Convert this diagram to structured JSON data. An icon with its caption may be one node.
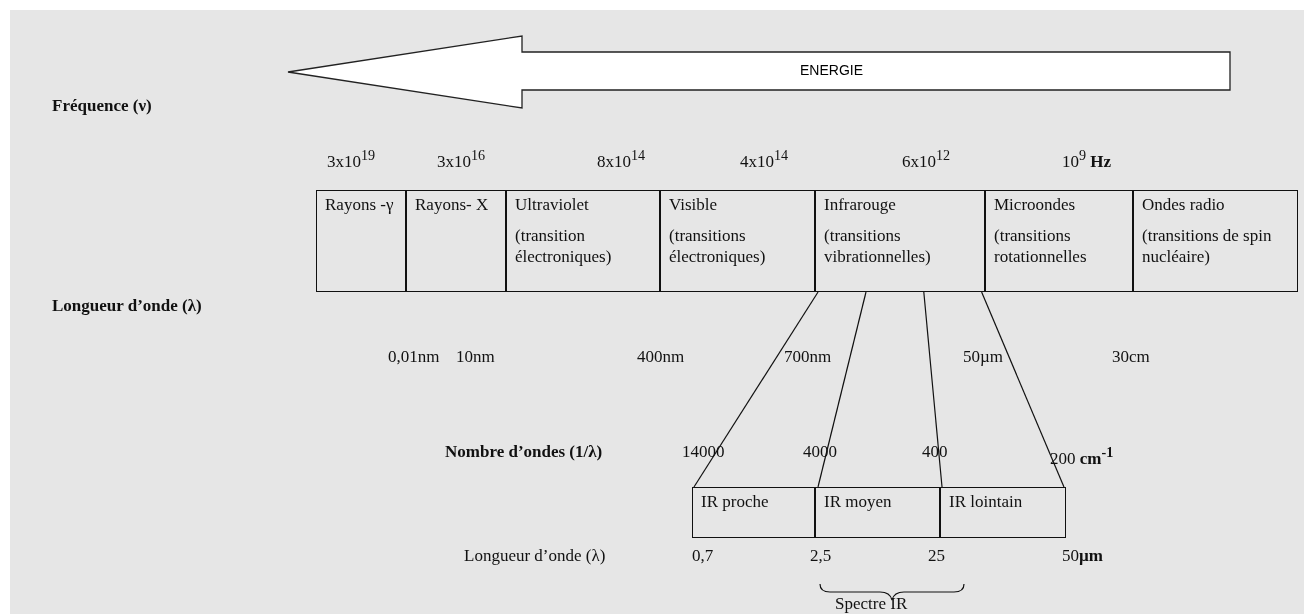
{
  "diagram": {
    "nodes": [
      {
        "text": [
          "ENERGIE"
        ]
      },
      {
        "text": [
          "Rayons -γ"
        ]
      },
      {
        "text": [
          "Rayons- X"
        ]
      },
      {
        "text": [
          "Ultraviolet",
          "(transition électroniques)"
        ]
      },
      {
        "text": [
          "Visible",
          "(transitions électroniques)"
        ]
      },
      {
        "text": [
          "Infrarouge",
          "(transitions vibrationnelles)"
        ]
      },
      {
        "text": [
          "Microondes",
          "(transitions rotationnelles"
        ]
      },
      {
        "text": [
          "Ondes radio",
          "(transitions de spin nucléaire)"
        ]
      },
      {
        "text": [
          "IR proche"
        ]
      },
      {
        "text": [
          "IR moyen"
        ]
      },
      {
        "text": [
          "IR lointain"
        ]
      }
    ],
    "edges": [
      {
        "from": 5,
        "to": 8,
        "arrow": "none"
      },
      {
        "from": 5,
        "to": 9,
        "arrow": "none"
      },
      {
        "from": 5,
        "to": 10,
        "arrow": "none"
      },
      {
        "from": 5,
        "to": 10,
        "arrow": "none"
      }
    ],
    "labels": [
      "Fréquence (ν)",
      "3x10$^{19}$",
      "3x10$^{16}$",
      "8x10$^{14}$",
      "4x10$^{14}$",
      "6x10$^{12}$",
      "10$^{9}$ **Hz**",
      "Longueur d’onde (λ)",
      "0,01nm",
      "10nm",
      "400nm",
      "700nm",
      "50µm",
      "30cm",
      "Nombre d’ondes (1/λ)",
      "14000",
      "4000",
      "400",
      "200 **cm$^{-1}$**",
      "Longueur d’onde (λ)",
      "0,7",
      "2,5",
      "25",
      "50**µm**",
      "Spectre IR"
    ]
  }
}
